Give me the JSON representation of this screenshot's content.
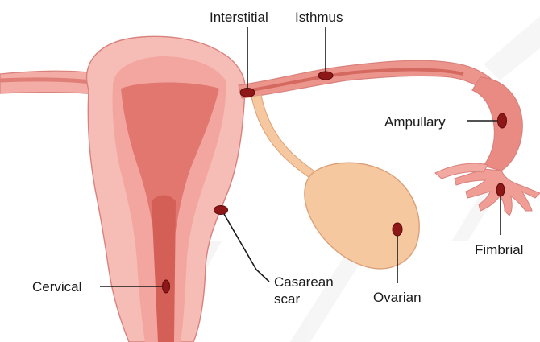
{
  "colors": {
    "background": "#ffffff",
    "uterus_outer": "#f6b8b3",
    "uterus_outline": "#d9817c",
    "uterus_wall": "#f09a93",
    "cavity": "#de6f67",
    "cavity_core": "#c95a52",
    "tube": "#e98a82",
    "tube_lumen": "#d4695f",
    "ovary": "#f6c8a0",
    "ovary_outline": "#dca078",
    "ectopic_site": "#8e1818",
    "watermark": "#f3f3f3"
  },
  "labels": {
    "interstitial": "Interstitial",
    "isthmus": "Isthmus",
    "ampullary": "Ampullary",
    "fimbrial": "Fimbrial",
    "cervical": "Cervical",
    "casarean_line1": "Casarean",
    "casarean_line2": "scar",
    "ovarian": "Ovarian"
  }
}
